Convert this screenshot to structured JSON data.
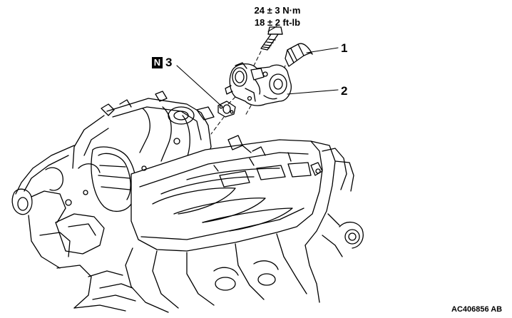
{
  "torque": {
    "line1": "24 ± 3 N·m",
    "line2": "18 ± 2 ft-lb"
  },
  "callouts": {
    "c1": "1",
    "c2": "2",
    "c3_badge": "N",
    "c3": "3"
  },
  "figure_id": "AC406856 AB"
}
